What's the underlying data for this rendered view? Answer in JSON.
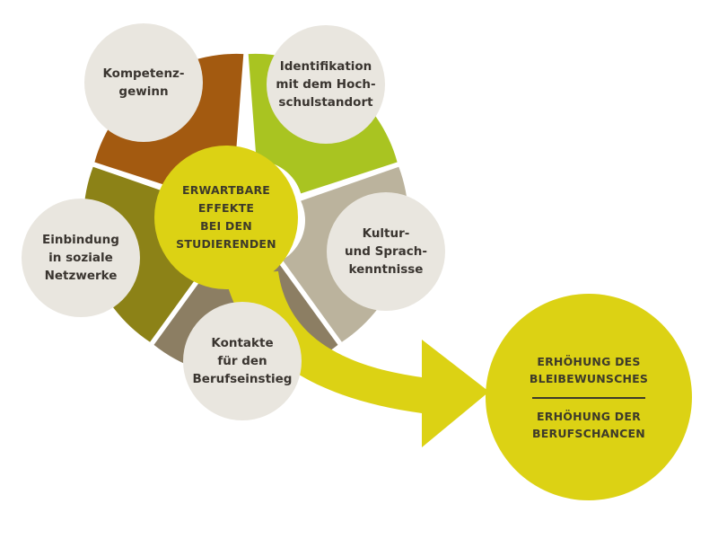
{
  "center": {
    "lines": [
      "ERWARTBARE",
      "EFFEKTE",
      "BEI DEN",
      "STUDIERENDEN"
    ]
  },
  "effects": [
    {
      "id": "kompetenzgewinn",
      "lines": [
        "Kompetenz-",
        "gewinn"
      ]
    },
    {
      "id": "identifikation",
      "lines": [
        "Identifikation",
        "mit dem Hoch-",
        "schulstandort"
      ]
    },
    {
      "id": "kultur",
      "lines": [
        "Kultur-",
        "und Sprach-",
        "kenntnisse"
      ]
    },
    {
      "id": "kontakte",
      "lines": [
        "Kontakte",
        "für den",
        "Berufseinstieg"
      ]
    },
    {
      "id": "einbindung",
      "lines": [
        "Einbindung",
        "in soziale",
        "Netzwerke"
      ]
    }
  ],
  "result": {
    "line1": "ERHÖHUNG DES",
    "line2": "BLEIBEWUNSCHES",
    "line3": "ERHÖHUNG DER",
    "line4": "BERUFSCHANCEN"
  },
  "colors": {
    "segment_orange": "#a35a10",
    "segment_green": "#a9c421",
    "segment_beige": "#bbb39d",
    "segment_brown": "#8c7e63",
    "segment_olive": "#8c8217",
    "bubble": "#e9e6df",
    "accent_yellow": "#dcd214",
    "text": "#3a3530"
  }
}
